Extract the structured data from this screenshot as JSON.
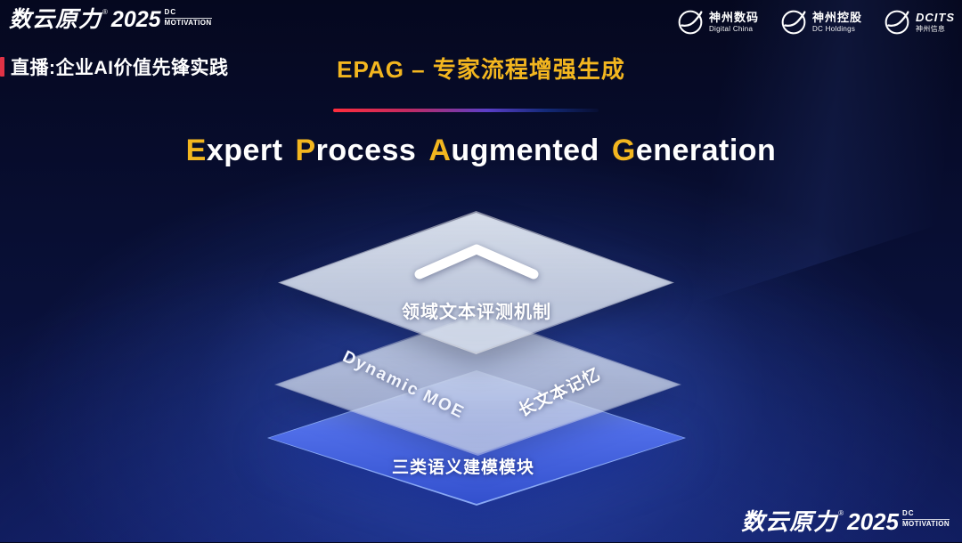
{
  "brand": {
    "name": "数云原力",
    "reg": "®",
    "year": "2025",
    "dc": "DC",
    "motivation": "MOTIVATION"
  },
  "header": {
    "live_caption": "直播:企业AI价值先锋实践",
    "slide_title": "EPAG – 专家流程增强生成"
  },
  "partners": [
    {
      "name": "神州数码",
      "sub": "Digital China"
    },
    {
      "name": "神州控股",
      "sub": "DC Holdings"
    },
    {
      "name": "DCITS",
      "sub": "神州信息"
    }
  ],
  "main_title": {
    "words": [
      {
        "initial": "E",
        "rest": "xpert"
      },
      {
        "initial": "P",
        "rest": "rocess"
      },
      {
        "initial": "A",
        "rest": "ugmented"
      },
      {
        "initial": "G",
        "rest": "eneration"
      }
    ]
  },
  "diagram": {
    "top_layer_label": "领域文本评测机制",
    "middle_left_label": "Dynamic MOE",
    "middle_right_label": "长文本记忆",
    "bottom_layer_label": "三类语义建模模块"
  },
  "colors": {
    "gold": "#f3b61f",
    "accent_red": "#e03246",
    "layer_blue": "#4f6de8",
    "background_navy": "#0a1140"
  }
}
